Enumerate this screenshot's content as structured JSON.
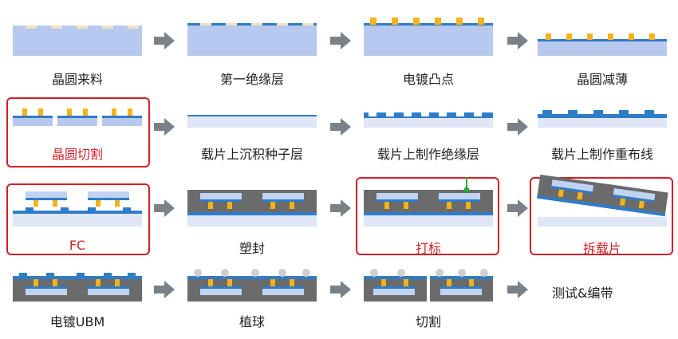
{
  "colors": {
    "substrate": "#b7c9ef",
    "metal_blue": "#2f7cc8",
    "bump_gold": "#f5b21a",
    "bump_cream": "#efe1c4",
    "mold_gray": "#6b6b6b",
    "carrier": "#dfe7f6",
    "die_light": "#c2d3f2",
    "ball_gray": "#cfcfcf",
    "highlight_red": "#d21f26",
    "marker_green": "#2eaa3a",
    "arrow_gray": "#7a8187"
  },
  "flow": {
    "title": "",
    "arrow_icon": "right-arrow-icon",
    "steps": [
      {
        "label": "晶圆来料",
        "highlighted": false
      },
      {
        "label": "第一绝缘层",
        "highlighted": false
      },
      {
        "label": "电镀凸点",
        "highlighted": false
      },
      {
        "label": "晶圆减薄",
        "highlighted": false
      },
      {
        "label": "晶圆切割",
        "highlighted": true
      },
      {
        "label": "载片上沉积种子层",
        "highlighted": false
      },
      {
        "label": "载片上制作绝缘层",
        "highlighted": false
      },
      {
        "label": "载片上制作重布线",
        "highlighted": false
      },
      {
        "label": "FC",
        "highlighted": true
      },
      {
        "label": "塑封",
        "highlighted": false
      },
      {
        "label": "打标",
        "highlighted": true
      },
      {
        "label": "拆载片",
        "highlighted": true
      },
      {
        "label": "电镀UBM",
        "highlighted": false
      },
      {
        "label": "植球",
        "highlighted": false
      },
      {
        "label": "切割",
        "highlighted": false
      }
    ],
    "final_step": {
      "label": "测试&编带"
    }
  }
}
